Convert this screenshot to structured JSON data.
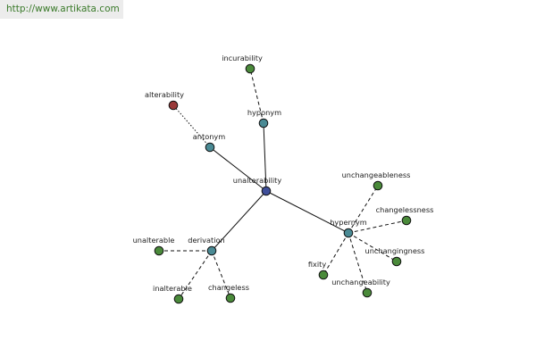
{
  "banner": {
    "url_text": "http://www.artikata.com"
  },
  "graph": {
    "colors": {
      "center": "#3f4f9a",
      "relation": "#4a8a94",
      "word": "#4a8a3a",
      "highlight": "#9a3a3a",
      "edge": "#111111"
    },
    "nodes": [
      {
        "id": "center",
        "label": "unalterability",
        "kind": "center"
      },
      {
        "id": "antonym",
        "label": "antonym",
        "kind": "relation"
      },
      {
        "id": "hyponym",
        "label": "hyponym",
        "kind": "relation"
      },
      {
        "id": "derivation",
        "label": "derivation",
        "kind": "relation"
      },
      {
        "id": "hypernym",
        "label": "hypernym",
        "kind": "relation"
      },
      {
        "id": "alterability",
        "label": "alterability",
        "kind": "highlight"
      },
      {
        "id": "incurability",
        "label": "incurability",
        "kind": "word"
      },
      {
        "id": "unalterable",
        "label": "unalterable",
        "kind": "word"
      },
      {
        "id": "inalterable",
        "label": "inalterable",
        "kind": "word"
      },
      {
        "id": "changeless",
        "label": "changeless",
        "kind": "word"
      },
      {
        "id": "unchangeableness",
        "label": "unchangeableness",
        "kind": "word"
      },
      {
        "id": "changelessness",
        "label": "changelessness",
        "kind": "word"
      },
      {
        "id": "unchangingness",
        "label": "unchangingness",
        "kind": "word"
      },
      {
        "id": "unchangeability",
        "label": "unchangeability",
        "kind": "word"
      },
      {
        "id": "fixity",
        "label": "fixity",
        "kind": "word"
      }
    ],
    "edges": [
      {
        "from": "center",
        "to": "antonym",
        "style": "solid"
      },
      {
        "from": "center",
        "to": "hyponym",
        "style": "solid"
      },
      {
        "from": "center",
        "to": "derivation",
        "style": "solid"
      },
      {
        "from": "center",
        "to": "hypernym",
        "style": "solid"
      },
      {
        "from": "antonym",
        "to": "alterability",
        "style": "dotted"
      },
      {
        "from": "hyponym",
        "to": "incurability",
        "style": "dashed"
      },
      {
        "from": "derivation",
        "to": "unalterable",
        "style": "dashed"
      },
      {
        "from": "derivation",
        "to": "inalterable",
        "style": "dashed"
      },
      {
        "from": "derivation",
        "to": "changeless",
        "style": "dashed"
      },
      {
        "from": "hypernym",
        "to": "unchangeableness",
        "style": "dashed"
      },
      {
        "from": "hypernym",
        "to": "changelessness",
        "style": "dashed"
      },
      {
        "from": "hypernym",
        "to": "unchangingness",
        "style": "dashed"
      },
      {
        "from": "hypernym",
        "to": "unchangeability",
        "style": "dashed"
      },
      {
        "from": "hypernym",
        "to": "fixity",
        "style": "dashed"
      }
    ]
  }
}
